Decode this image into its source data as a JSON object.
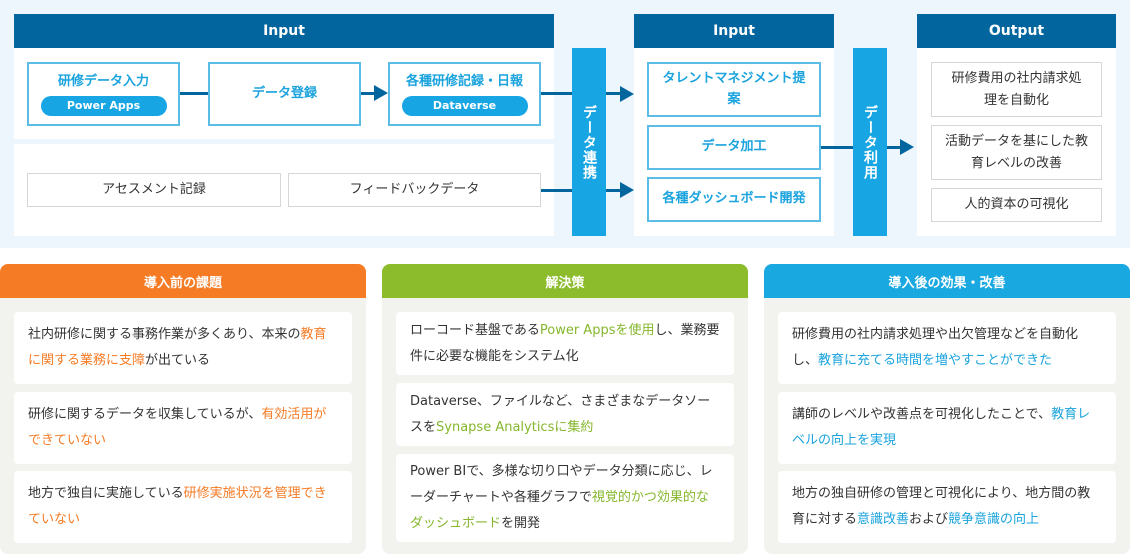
{
  "diagram": {
    "input_section_1": {
      "header": "Input",
      "flow_boxes": [
        {
          "title": "研修データ入力",
          "pill": "Power Apps"
        },
        {
          "title": "データ登録"
        },
        {
          "title": "各種研修記録・日報",
          "pill": "Dataverse"
        }
      ],
      "other_boxes": [
        "アセスメント記録",
        "フィードバックデータ"
      ]
    },
    "connector_1": "データ連携",
    "input_section_2": {
      "header": "Input",
      "boxes": [
        "タレントマネジメント提案",
        "データ加工",
        "各種ダッシュボード開発"
      ]
    },
    "connector_2": "データ利用",
    "output_section": {
      "header": "Output",
      "boxes": [
        "研修費用の社内請求処理を自動化",
        "活動データを基にした教育レベルの改善",
        "人的資本の可視化"
      ]
    }
  },
  "columns": [
    {
      "title": "導入前の課題",
      "color": "#f57b25",
      "items": [
        [
          {
            "t": "社内研修に関する事務作業が多くあり、本来の"
          },
          {
            "t": "教育に関する業務に支障",
            "h": true
          },
          {
            "t": "が出ている"
          }
        ],
        [
          {
            "t": "研修に関するデータを収集しているが、"
          },
          {
            "t": "有効活用ができていない",
            "h": true
          }
        ],
        [
          {
            "t": "地方で独自に実施している"
          },
          {
            "t": "研修実施状況を管理できていない",
            "h": true
          }
        ]
      ]
    },
    {
      "title": "解決策",
      "color": "#8cbc2c",
      "items": [
        [
          {
            "t": "ローコード基盤である"
          },
          {
            "t": "Power Appsを使用",
            "h": true
          },
          {
            "t": "し、業務要件に必要な機能をシステム化"
          }
        ],
        [
          {
            "t": "Dataverse、ファイルなど、さまざまなデータソースを"
          },
          {
            "t": "Synapse Analyticsに集約",
            "h": true
          }
        ],
        [
          {
            "t": "Power BIで、多様な切り口やデータ分類に応じ、レーダーチャートや各種グラフで"
          },
          {
            "t": "視覚的かつ効果的なダッシュボード",
            "h": true
          },
          {
            "t": "を開発"
          }
        ]
      ]
    },
    {
      "title": "導入後の効果・改善",
      "color": "#1aa8e0",
      "items": [
        [
          {
            "t": "研修費用の社内請求処理や出欠管理などを自動化し、"
          },
          {
            "t": "教育に充てる時間を増やすことができた",
            "h": true
          }
        ],
        [
          {
            "t": "講師のレベルや改善点を可視化したことで、"
          },
          {
            "t": "教育レベルの向上を実現",
            "h": true
          }
        ],
        [
          {
            "t": "地方の独自研修の管理と可視化により、地方間の教育に対する"
          },
          {
            "t": "意識改善",
            "h": true
          },
          {
            "t": "および"
          },
          {
            "t": "競争意識の向上",
            "h": true
          }
        ]
      ]
    }
  ]
}
